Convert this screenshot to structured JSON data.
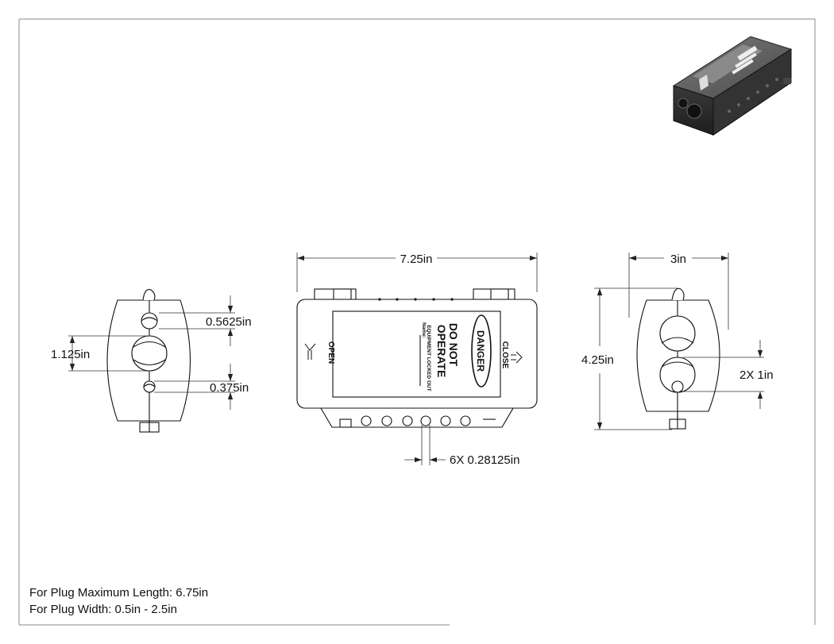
{
  "dimensions": {
    "overall_length": "7.25in",
    "overall_width": "3in",
    "overall_height": "4.25in",
    "small_hole_top": "0.5625in",
    "large_hole": "1.125in",
    "small_hole_bottom": "0.375in",
    "side_holes": "2X 1in",
    "bottom_holes": "6X 0.28125in"
  },
  "labels": {
    "open": "OPEN",
    "close": "CLOSE",
    "tag_danger": "DANGER",
    "tag_line1": "DO NOT",
    "tag_line2": "OPERATE",
    "tag_line3": "EQUIPMENT LOCKED OUT",
    "tag_name": "Name:"
  },
  "notes": {
    "plug_length": "For Plug Maximum Length: 6.75in",
    "plug_width": "For Plug Width: 0.5in - 2.5in"
  }
}
